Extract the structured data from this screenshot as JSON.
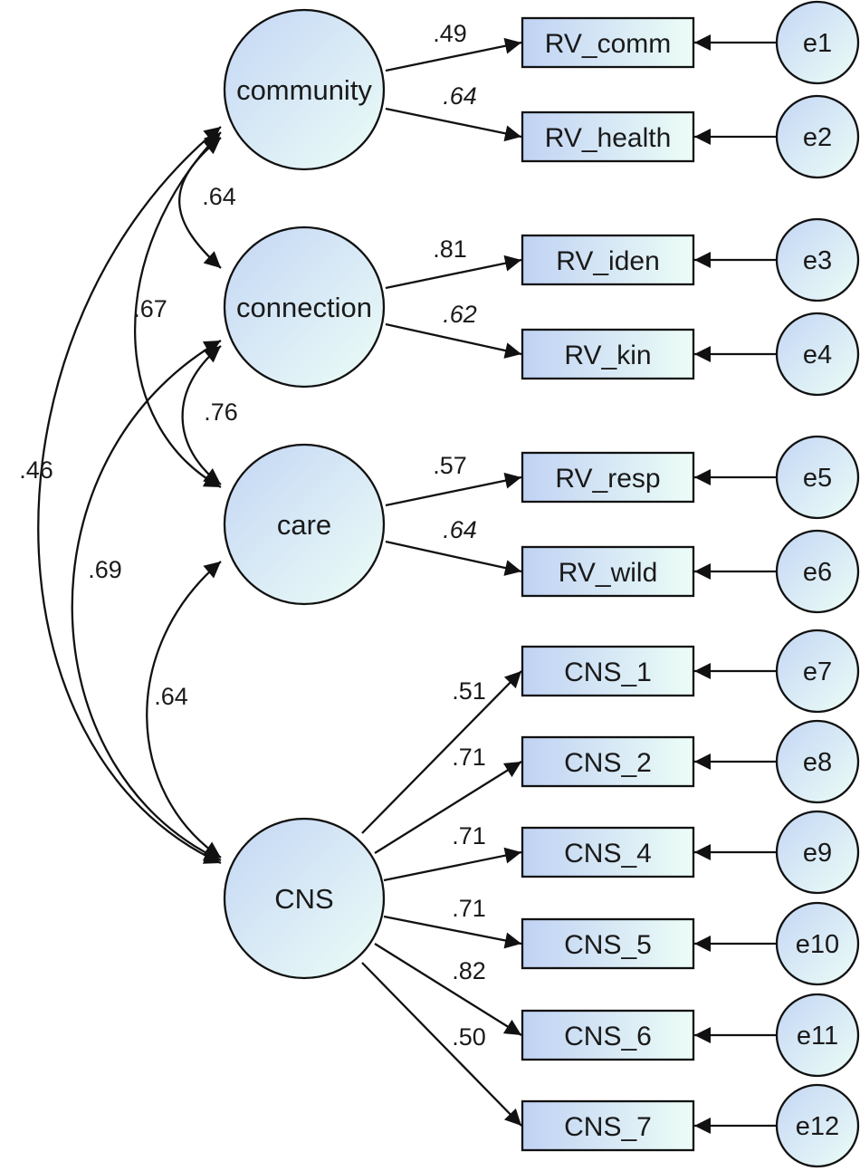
{
  "latents": [
    {
      "id": "community",
      "label": "community"
    },
    {
      "id": "connection",
      "label": "connection"
    },
    {
      "id": "care",
      "label": "care"
    },
    {
      "id": "CNS",
      "label": "CNS"
    }
  ],
  "observed": [
    {
      "id": "RV_comm",
      "label": "RV_comm",
      "factor": "community",
      "loading": ".49",
      "italic": false,
      "error": "e1"
    },
    {
      "id": "RV_health",
      "label": "RV_health",
      "factor": "community",
      "loading": ".64",
      "italic": true,
      "error": "e2"
    },
    {
      "id": "RV_iden",
      "label": "RV_iden",
      "factor": "connection",
      "loading": ".81",
      "italic": false,
      "error": "e3"
    },
    {
      "id": "RV_kin",
      "label": "RV_kin",
      "factor": "connection",
      "loading": ".62",
      "italic": true,
      "error": "e4"
    },
    {
      "id": "RV_resp",
      "label": "RV_resp",
      "factor": "care",
      "loading": ".57",
      "italic": false,
      "error": "e5"
    },
    {
      "id": "RV_wild",
      "label": "RV_wild",
      "factor": "care",
      "loading": ".64",
      "italic": true,
      "error": "e6"
    },
    {
      "id": "CNS_1",
      "label": "CNS_1",
      "factor": "CNS",
      "loading": ".51",
      "italic": false,
      "error": "e7"
    },
    {
      "id": "CNS_2",
      "label": "CNS_2",
      "factor": "CNS",
      "loading": ".71",
      "italic": false,
      "error": "e8"
    },
    {
      "id": "CNS_4",
      "label": "CNS_4",
      "factor": "CNS",
      "loading": ".71",
      "italic": false,
      "error": "e9"
    },
    {
      "id": "CNS_5",
      "label": "CNS_5",
      "factor": "CNS",
      "loading": ".71",
      "italic": false,
      "error": "e10"
    },
    {
      "id": "CNS_6",
      "label": "CNS_6",
      "factor": "CNS",
      "loading": ".82",
      "italic": false,
      "error": "e11"
    },
    {
      "id": "CNS_7",
      "label": "CNS_7",
      "factor": "CNS",
      "loading": ".50",
      "italic": false,
      "error": "e12"
    }
  ],
  "correlations": [
    {
      "from": "community",
      "to": "connection",
      "value": ".64"
    },
    {
      "from": "community",
      "to": "care",
      "value": ".67"
    },
    {
      "from": "community",
      "to": "CNS",
      "value": ".46"
    },
    {
      "from": "connection",
      "to": "care",
      "value": ".76"
    },
    {
      "from": "connection",
      "to": "CNS",
      "value": ".69"
    },
    {
      "from": "care",
      "to": "CNS",
      "value": ".64"
    }
  ],
  "colors": {
    "node_fill_light": "#eafdf6",
    "node_fill_blue": "#c4d6f4",
    "stroke": "#111111",
    "text": "#1a1a1a"
  }
}
